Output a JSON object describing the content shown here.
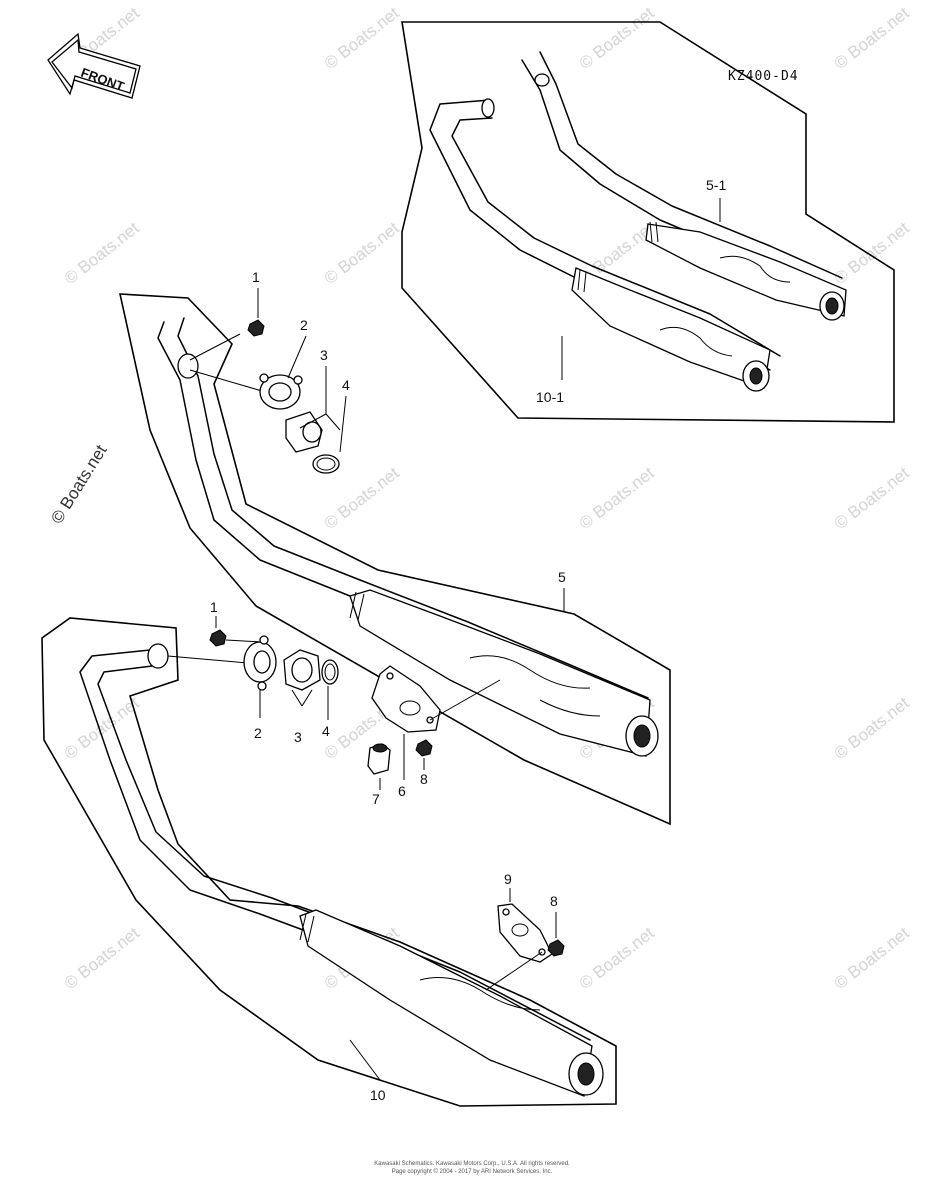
{
  "diagram": {
    "code": "KZ400-D4",
    "front_label": "FRONT",
    "callouts": {
      "upper_nut": "1",
      "upper_gasket_flange": "2",
      "upper_holder": "3",
      "upper_ring": "4",
      "muffler_right": "5",
      "muffler_right_alt": "5-1",
      "muffler_left_alt": "10-1",
      "lower_nut": "1",
      "lower_flange": "2",
      "lower_holder": "3",
      "lower_ring": "4",
      "bracket_6": "6",
      "damper_7": "7",
      "nut_8_a": "8",
      "nut_8_b": "8",
      "bracket_9": "9",
      "muffler_left": "10"
    }
  },
  "watermark": {
    "text": "© Boats.net",
    "side_text": "© Boats.net"
  },
  "footer": {
    "line1": "Kawasaki Schematics. Kawasaki Motors Corp., U.S.A. All rights reserved.",
    "line2": "Page copyright © 2004 - 2017 by ARI Network Services, Inc."
  }
}
